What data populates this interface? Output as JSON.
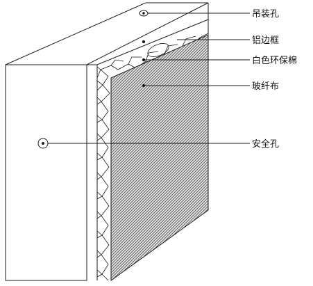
{
  "diagram": {
    "labels": {
      "hanging_hole": "吊装孔",
      "aluminum_frame": "铝边框",
      "white_insulation": "白色环保棉",
      "fiberglass_cloth": "玻纤布",
      "safety_hole": "安全孔"
    },
    "colors": {
      "line": "#1a1a1a",
      "background": "#ffffff",
      "fabric_dark": "#555555",
      "fabric_light": "#e6e6e6"
    }
  }
}
